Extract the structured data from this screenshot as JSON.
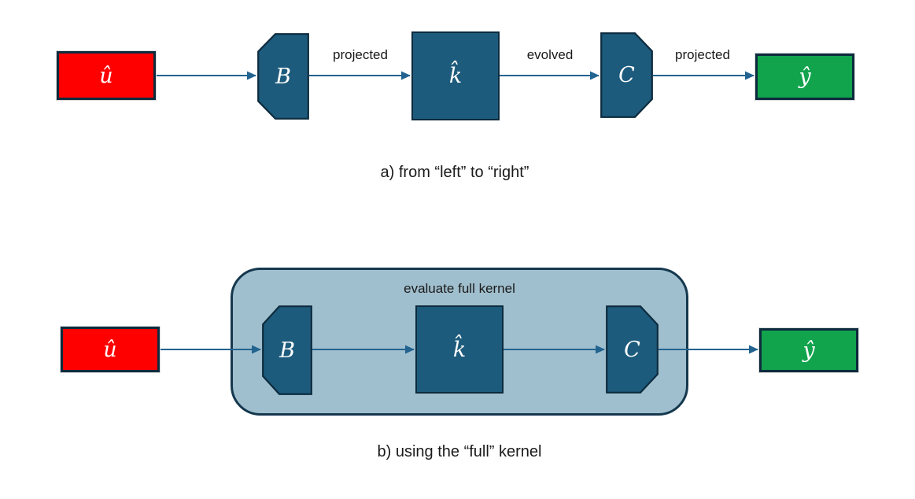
{
  "colors": {
    "input_box_fill": "#fe0000",
    "output_box_fill": "#12a34d",
    "operator_fill": "#1d5b7c",
    "dark_border": "#0d2b3e",
    "kernel_container_fill": "#a0bfce",
    "kernel_container_border": "#15384e",
    "arrow": "#226390",
    "text": "#1a1a1a"
  },
  "diagram_a": {
    "nodes": {
      "u_hat": "û",
      "B": "B",
      "k_hat": "k̂",
      "C": "C",
      "y_hat": "ŷ"
    },
    "edge_labels": {
      "b_to_k": "projected",
      "k_to_c": "evolved",
      "c_to_y": "projected"
    },
    "caption": "a) from “left” to “right”"
  },
  "diagram_b": {
    "container_label": "evaluate full kernel",
    "nodes": {
      "u_hat": "û",
      "B": "B",
      "k_hat": "k̂",
      "C": "C",
      "y_hat": "ŷ"
    },
    "caption": "b) using the “full” kernel"
  }
}
